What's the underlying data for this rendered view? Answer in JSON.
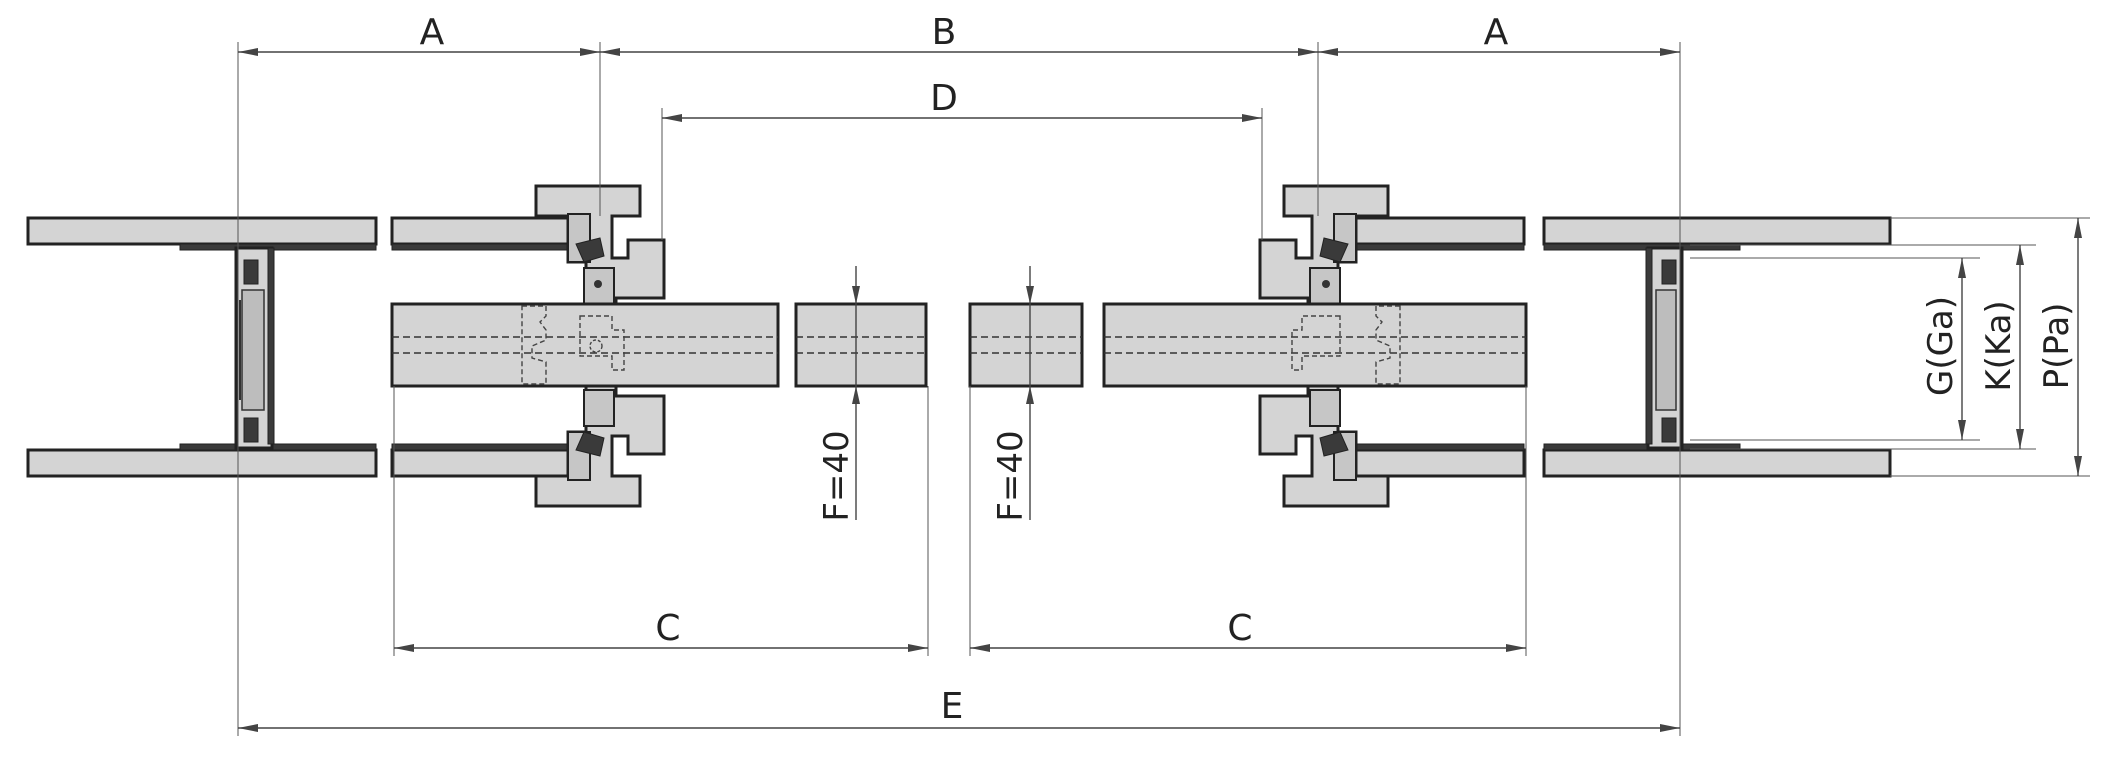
{
  "dimensions": {
    "a_left": "A",
    "b": "B",
    "a_right": "A",
    "d": "D",
    "c_left": "C",
    "c_right": "C",
    "e": "E",
    "f_left": "F=40",
    "f_right": "F=40",
    "g": "G(Ga)",
    "k": "K(Ka)",
    "p": "P(Pa)"
  }
}
